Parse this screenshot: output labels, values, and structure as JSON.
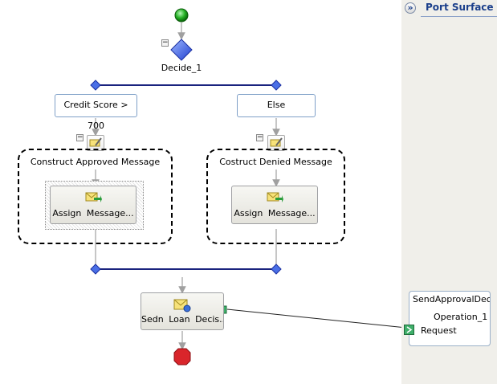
{
  "orchestration": {
    "decide_label": "Decide_1",
    "branch_left_condition": "Credit Score > 700",
    "branch_right_condition": "Else",
    "scope_left_label": "Construct Approved Message",
    "scope_right_label": "Costruct Denied Message",
    "assign_left_label": "Assign  Message...",
    "assign_right_label": "Assign  Message...",
    "send_label": "Sedn  Loan  Decis...",
    "collapse_glyph": "−"
  },
  "port_surface": {
    "title": "Port Surface",
    "expand_glyph": "»",
    "port_name": "SendApprovalDec...",
    "operation": "Operation_1",
    "message": "Request"
  },
  "colors": {
    "start": "#2fb52f",
    "decide": "#3a63e0",
    "connector": "#1a237e",
    "end": "#d9252b"
  }
}
